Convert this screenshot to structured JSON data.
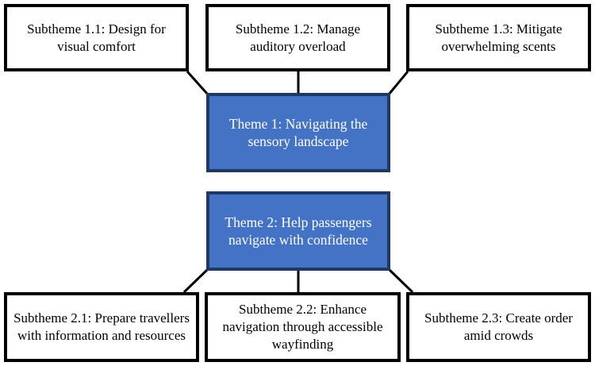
{
  "theme_1": {
    "label": "Theme 1: Navigating the sensory landscape",
    "subthemes": [
      "Subtheme 1.1: Design for visual comfort",
      "Subtheme 1.2: Manage auditory overload",
      "Subtheme 1.3: Mitigate overwhelming scents"
    ]
  },
  "theme_2": {
    "label": "Theme 2: Help passengers navigate with confidence",
    "subthemes": [
      "Subtheme 2.1: Prepare travellers with information and resources",
      "Subtheme 2.2: Enhance navigation through accessible wayfinding",
      "Subtheme 2.3: Create order amid crowds"
    ]
  },
  "colors": {
    "theme_fill": "#4472c4",
    "theme_border": "#1f3864",
    "theme_text": "#ffffff",
    "box_border": "#000000",
    "connector": "#000000"
  }
}
